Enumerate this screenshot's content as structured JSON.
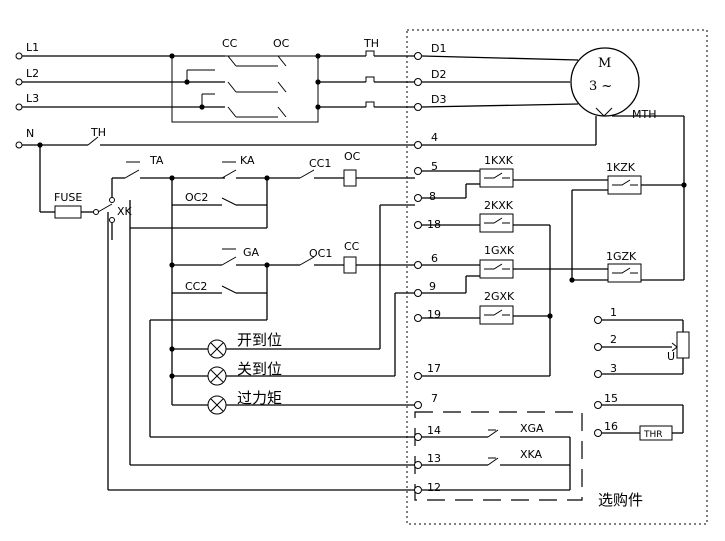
{
  "lines": [
    "L1",
    "L2",
    "L3",
    "N"
  ],
  "contactors": {
    "cc": "CC",
    "oc": "OC"
  },
  "thermal": "TH",
  "motor": {
    "letter": "M",
    "phase": "3 ~",
    "thermostat": "MTH"
  },
  "terminals_motor": [
    "D1",
    "D2",
    "D3"
  ],
  "terminal_numbers": {
    "t4": "4",
    "t5": "5",
    "t8": "8",
    "t18": "18",
    "t6": "6",
    "t9": "9",
    "t19": "19",
    "t17": "17",
    "t7": "7",
    "t14": "14",
    "t13": "13",
    "t12": "12"
  },
  "control": {
    "fuse": "FUSE",
    "xk": "XK",
    "ta": "TA",
    "ka": "KA",
    "oc2": "OC2",
    "ga": "GA",
    "cc2": "CC2",
    "cc1": "CC1",
    "oc1": "OC1"
  },
  "limit_switches": {
    "k1": "1KXK",
    "k2": "2KXK",
    "g1": "1GXK",
    "g2": "2GXK"
  },
  "torque_switches": {
    "kz": "1KZK",
    "gz": "1GZK"
  },
  "lamps": [
    "开到位",
    "关到位",
    "过力矩"
  ],
  "pot": {
    "t1": "1",
    "t2": "2",
    "t3": "3",
    "u": "U"
  },
  "thr": {
    "t15": "15",
    "t16": "16",
    "box": "THR"
  },
  "optional": {
    "xga": "XGA",
    "xka": "XKA",
    "caption": "选购件"
  }
}
